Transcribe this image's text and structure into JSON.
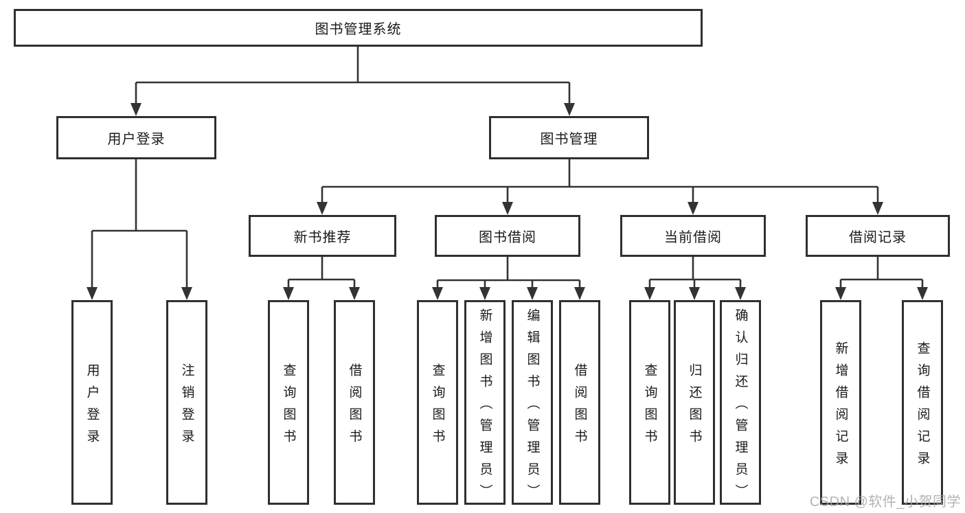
{
  "diagram": {
    "root": "图书管理系统",
    "level2": {
      "user_login": "用户登录",
      "book_mgmt": "图书管理"
    },
    "level3": {
      "new_books": "新书推荐",
      "book_borrow": "图书借阅",
      "current_borrow": "当前借阅",
      "borrow_records": "借阅记录"
    },
    "leaves": {
      "user_login": [
        "用户登录",
        "注销登录"
      ],
      "new_books": [
        "查询图书",
        "借阅图书"
      ],
      "book_borrow": [
        "查询图书",
        "新增图书（管理员）",
        "编辑图书（管理员）",
        "借阅图书"
      ],
      "current_borrow": [
        "查询图书",
        "归还图书",
        "确认归还（管理员）"
      ],
      "borrow_records": [
        "新增借阅记录",
        "查询借阅记录"
      ]
    }
  },
  "watermark": "CSDN @软件_小贺同学",
  "colors": {
    "line": "#333333",
    "box_border": "#2f2f2f",
    "text": "#1a1a1a",
    "watermark": "#a6a6a6",
    "background": "#ffffff"
  }
}
